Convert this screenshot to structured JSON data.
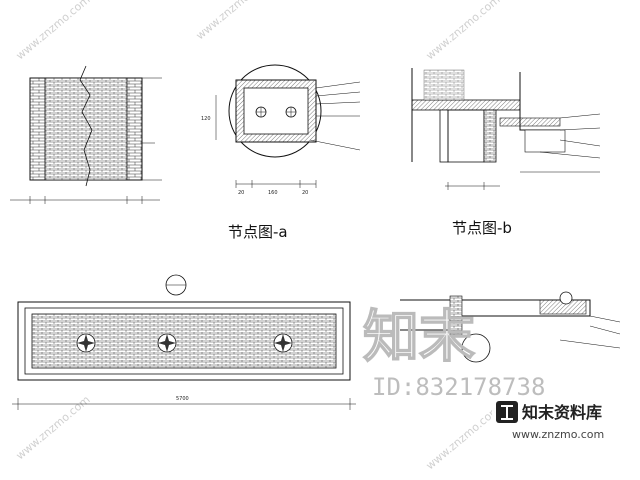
{
  "captions": {
    "node_a": "节点图-a",
    "node_b": "节点图-b"
  },
  "dimensions": {
    "plan_a": [
      "20",
      "160",
      "20"
    ],
    "plan_a_height": "120",
    "elevation_total": "5700"
  },
  "watermark": {
    "id_text": "ID:832178738",
    "brand_cn": "知末资料库",
    "url": "www.znzmo.com",
    "diagonal": "www.znzmo.com",
    "logo_chars": "知末"
  },
  "colors": {
    "line": "#1a1a1a",
    "watermark_gray": "#bdbdbd"
  }
}
